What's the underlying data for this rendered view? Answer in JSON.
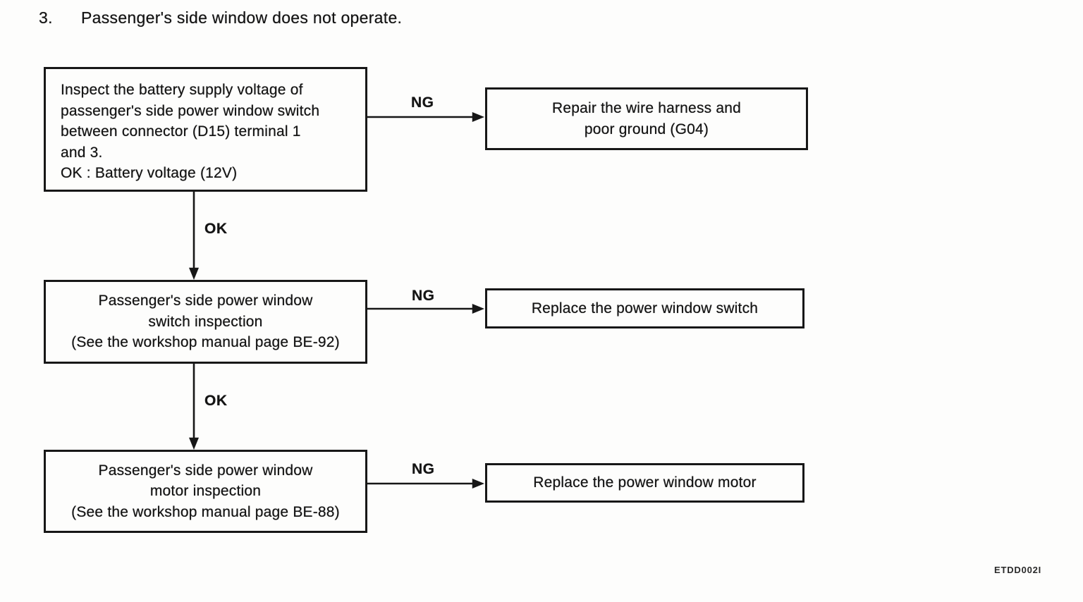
{
  "title": {
    "number": "3.",
    "text": "Passenger's side window does not operate."
  },
  "labels": {
    "ok": "OK",
    "ng": "NG"
  },
  "boxes": {
    "step1": {
      "lines": [
        "Inspect the battery supply voltage of",
        "passenger's side power window switch",
        "between connector (D15) terminal 1",
        "and 3.",
        "OK : Battery voltage (12V)"
      ]
    },
    "result1": {
      "lines": [
        "Repair the wire harness and",
        "poor ground (G04)"
      ]
    },
    "step2": {
      "lines": [
        "Passenger's side power window",
        "switch inspection",
        "(See the workshop manual page BE-92)"
      ]
    },
    "result2": {
      "lines": [
        "Replace the power window switch"
      ]
    },
    "step3": {
      "lines": [
        "Passenger's side power window",
        "motor inspection",
        "(See the workshop manual page BE-88)"
      ]
    },
    "result3": {
      "lines": [
        "Replace the power window motor"
      ]
    }
  },
  "figure_code": "ETDD002I",
  "colors": {
    "ink": "#141414",
    "background": "#fdfdfc"
  }
}
